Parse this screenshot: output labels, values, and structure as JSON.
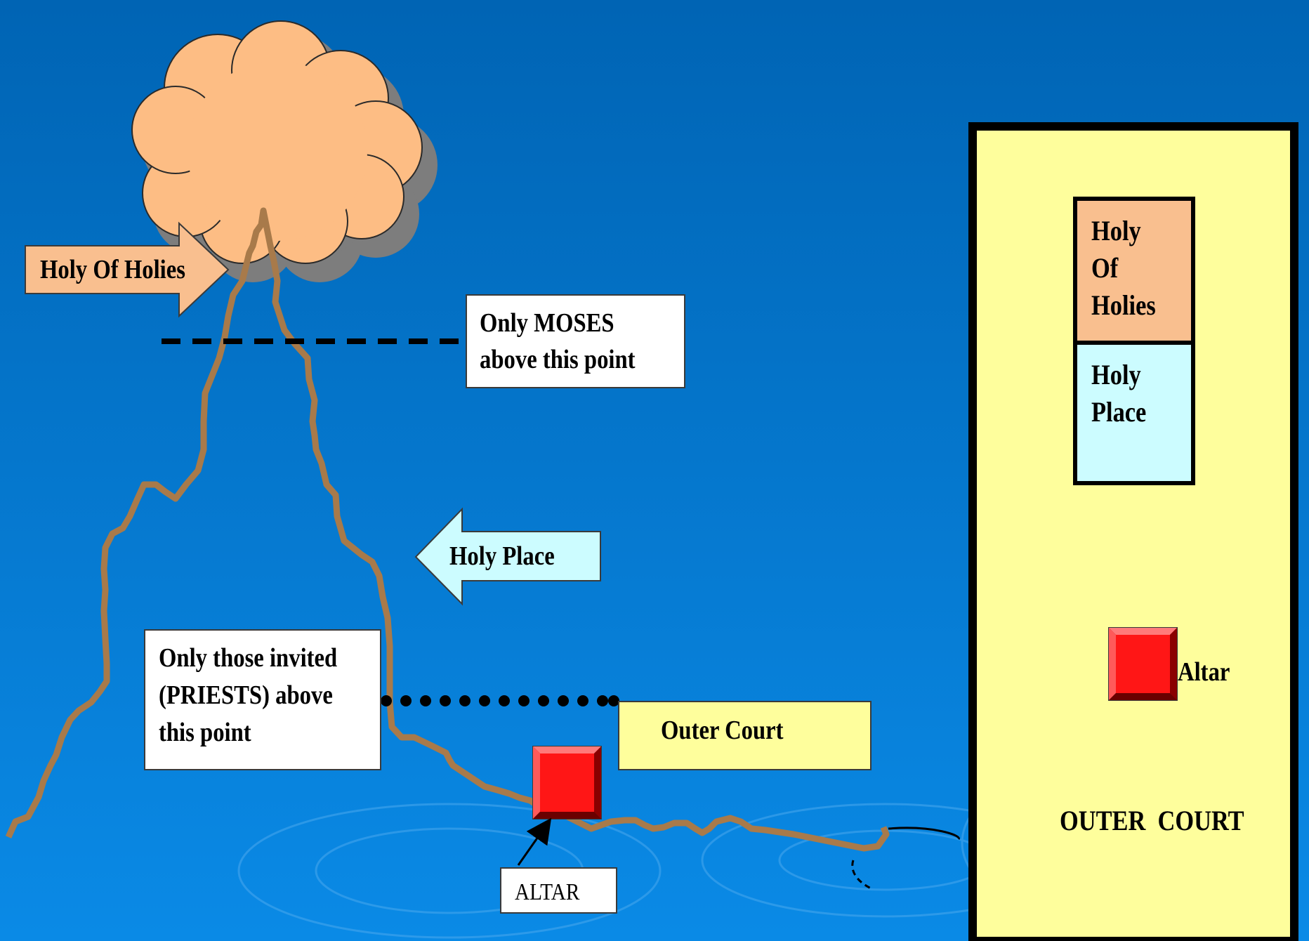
{
  "colors": {
    "background_top": "#0064b4",
    "background_bottom": "#0a8ae6",
    "cloud": "#fdbd84",
    "mountain": "#a87a4a",
    "holy_of_holies": "#f9bf8f",
    "holy_place": "#ccfcff",
    "outer_court": "#fefe9c",
    "altar": "#ff1616",
    "note_box": "#ffffff"
  },
  "mountain": {
    "arrow_holy_of_holies": "Holy Of Holies",
    "arrow_holy_place": "Holy Place",
    "note_moses": "Only MOSES\nabove this point",
    "note_priests": "Only those invited\n(PRIESTS) above\nthis point",
    "outer_court": "Outer Court",
    "altar_callout": "ALTAR"
  },
  "tabernacle": {
    "holy_of_holies": "Holy\nOf\nHolies",
    "holy_place": "Holy\nPlace",
    "altar": "Altar",
    "outer_court": "OUTER  COURT"
  }
}
